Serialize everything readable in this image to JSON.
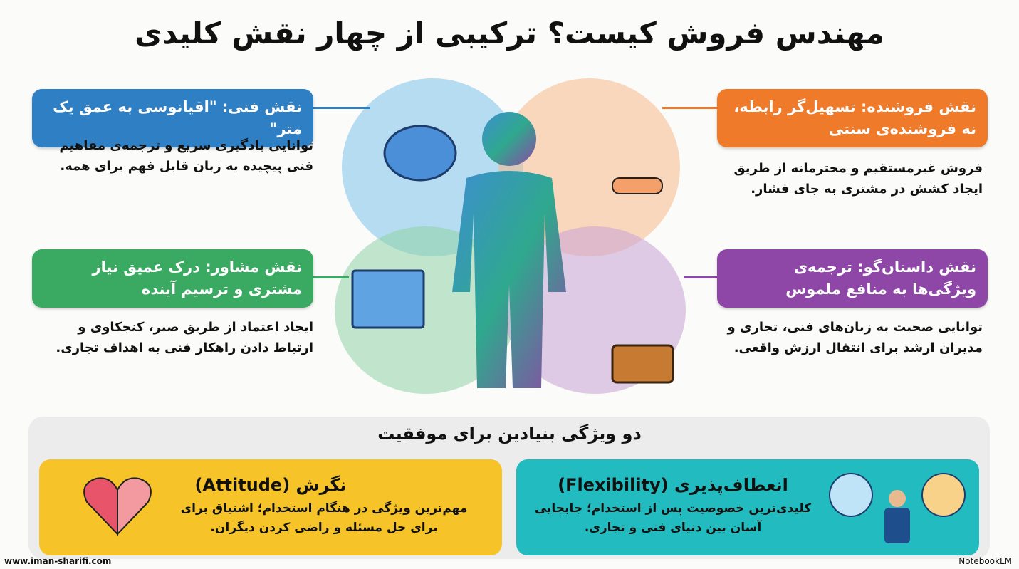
{
  "title": "مهندس فروش کیست؟ ترکیبی از چهار نقش کلیدی",
  "roles": {
    "technical": {
      "label": "نقش فنی: \"اقیانوسی به عمق یک متر\"",
      "desc": "توانایی یادگیری سریع و ترجمه‌ی مفاهیم فنی پیچیده به زبان قابل فهم برای همه.",
      "color": "#2f7fc4"
    },
    "seller": {
      "label": "نقش فروشنده: تسهیل‌گر رابطه، نه فروشنده‌ی سنتی",
      "desc": "فروش غیرمستقیم و محترمانه از طریق ایجاد کشش در مشتری به جای فشار.",
      "color": "#ef7a2a"
    },
    "advisor": {
      "label": "نقش مشاور: درک عمیق نیاز مشتری و ترسیم آینده",
      "desc": "ایجاد اعتماد از طریق صبر، کنجکاوی و ارتباط دادن راهکار فنی به اهداف تجاری.",
      "color": "#3aaa62"
    },
    "storyteller": {
      "label": "نقش داستان‌گو: ترجمه‌ی ویژگی‌ها به منافع ملموس",
      "desc": "توانایی صحبت به زبان‌های فنی، تجاری و مدیران ارشد برای انتقال ارزش واقعی.",
      "color": "#8e47a6"
    }
  },
  "bottom": {
    "title": "دو ویژگی بنیادین برای موفقیت",
    "attitude": {
      "title": "نگرش (Attitude)",
      "desc": "مهم‌ترین ویژگی در هنگام استخدام؛ اشتیاق برای برای حل مسئله و راضی کردن دیگران.",
      "color": "#f6c428"
    },
    "flexibility": {
      "title": "انعطاف‌پذیری (Flexibility)",
      "desc": "کلیدی‌ترین خصوصیت پس از استخدام؛ جابجایی آسان بین دنیای فنی و تجاری.",
      "color": "#22bcc0"
    }
  },
  "footer": {
    "website": "www.iman-sharifi.com",
    "brand": "NotebookLM"
  }
}
